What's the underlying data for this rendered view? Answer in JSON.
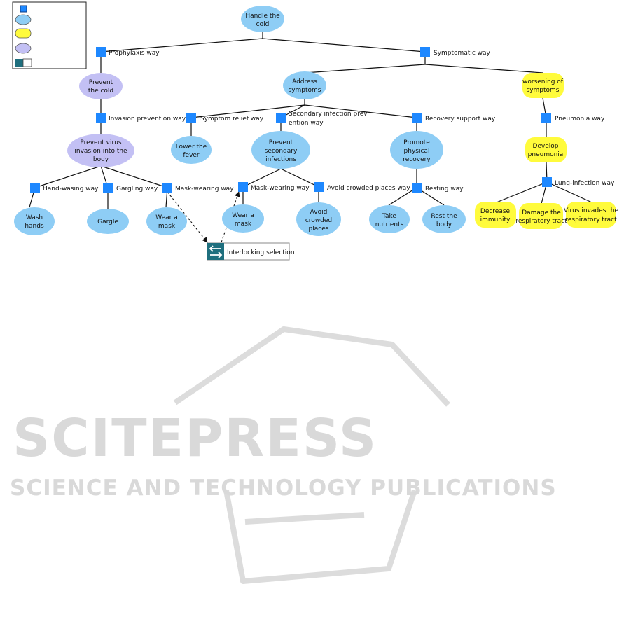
{
  "colors": {
    "way_square": "#1e88ff",
    "topic_blue": "#8ecdf5",
    "topic_yellow": "#fffb3c",
    "topic_purple": "#c3c0f4",
    "switch_icon": "#1f6f7e",
    "watermark": "#d9d9d9"
  },
  "nodes": {
    "root": [
      "Handle the",
      "cold"
    ],
    "prevent_cold": [
      "Prevent",
      "the cold"
    ],
    "prevent_virus": [
      "Prevent virus",
      "invasion into the",
      "body"
    ],
    "wash_hands": [
      "Wash",
      "hands"
    ],
    "gargle": [
      "Gargle"
    ],
    "wear_mask_1": [
      "Wear a",
      "mask"
    ],
    "address_symptoms": [
      "Address",
      "symptoms"
    ],
    "lower_fever": [
      "Lower the",
      "fever"
    ],
    "prevent_secondary": [
      "Prevent",
      "secondary",
      "infections"
    ],
    "wear_mask_2": [
      "Wear a",
      "mask"
    ],
    "avoid_crowded": [
      "Avoid",
      "crowded",
      "places"
    ],
    "promote_recovery": [
      "Promote",
      "physical",
      "recovery"
    ],
    "take_nutrients": [
      "Take",
      "nutrients"
    ],
    "rest_body": [
      "Rest the",
      "body"
    ],
    "worsening": [
      "worsening of",
      "symptoms"
    ],
    "develop_pneumonia": [
      "Develop",
      "pneumonia"
    ],
    "decrease_immunity": [
      "Decrease",
      "immunity"
    ],
    "damage_tract": [
      "Damage the",
      "respiratory tract"
    ],
    "virus_invades": [
      "Virus invades the",
      "respiratory tract"
    ]
  },
  "ways": {
    "prophylaxis": "Prophylaxis way",
    "symptomatic": "Symptomatic way",
    "invasion_prevention": "Invasion prevention way",
    "hand_washing": "Hand-wasing way",
    "gargling": "Gargling way",
    "mask_wearing_1": "Mask-wearing way",
    "symptom_relief": "Symptom relief way",
    "secondary_prevention": [
      "Secondary infection prev",
      "ention way"
    ],
    "recovery_support": "Recovery support way",
    "mask_wearing_2": "Mask-wearing way",
    "avoid_crowded_way": "Avoid crowded places way",
    "resting": "Resting way",
    "pneumonia": "Pneumonia way",
    "lung_infection": "Lung-infection way"
  },
  "interlocking": {
    "label": "Interlocking selection",
    "icon": "swap-arrows-icon"
  },
  "watermark": {
    "title": "SCITEPRESS",
    "subtitle": "SCIENCE AND TECHNOLOGY PUBLICATIONS"
  }
}
